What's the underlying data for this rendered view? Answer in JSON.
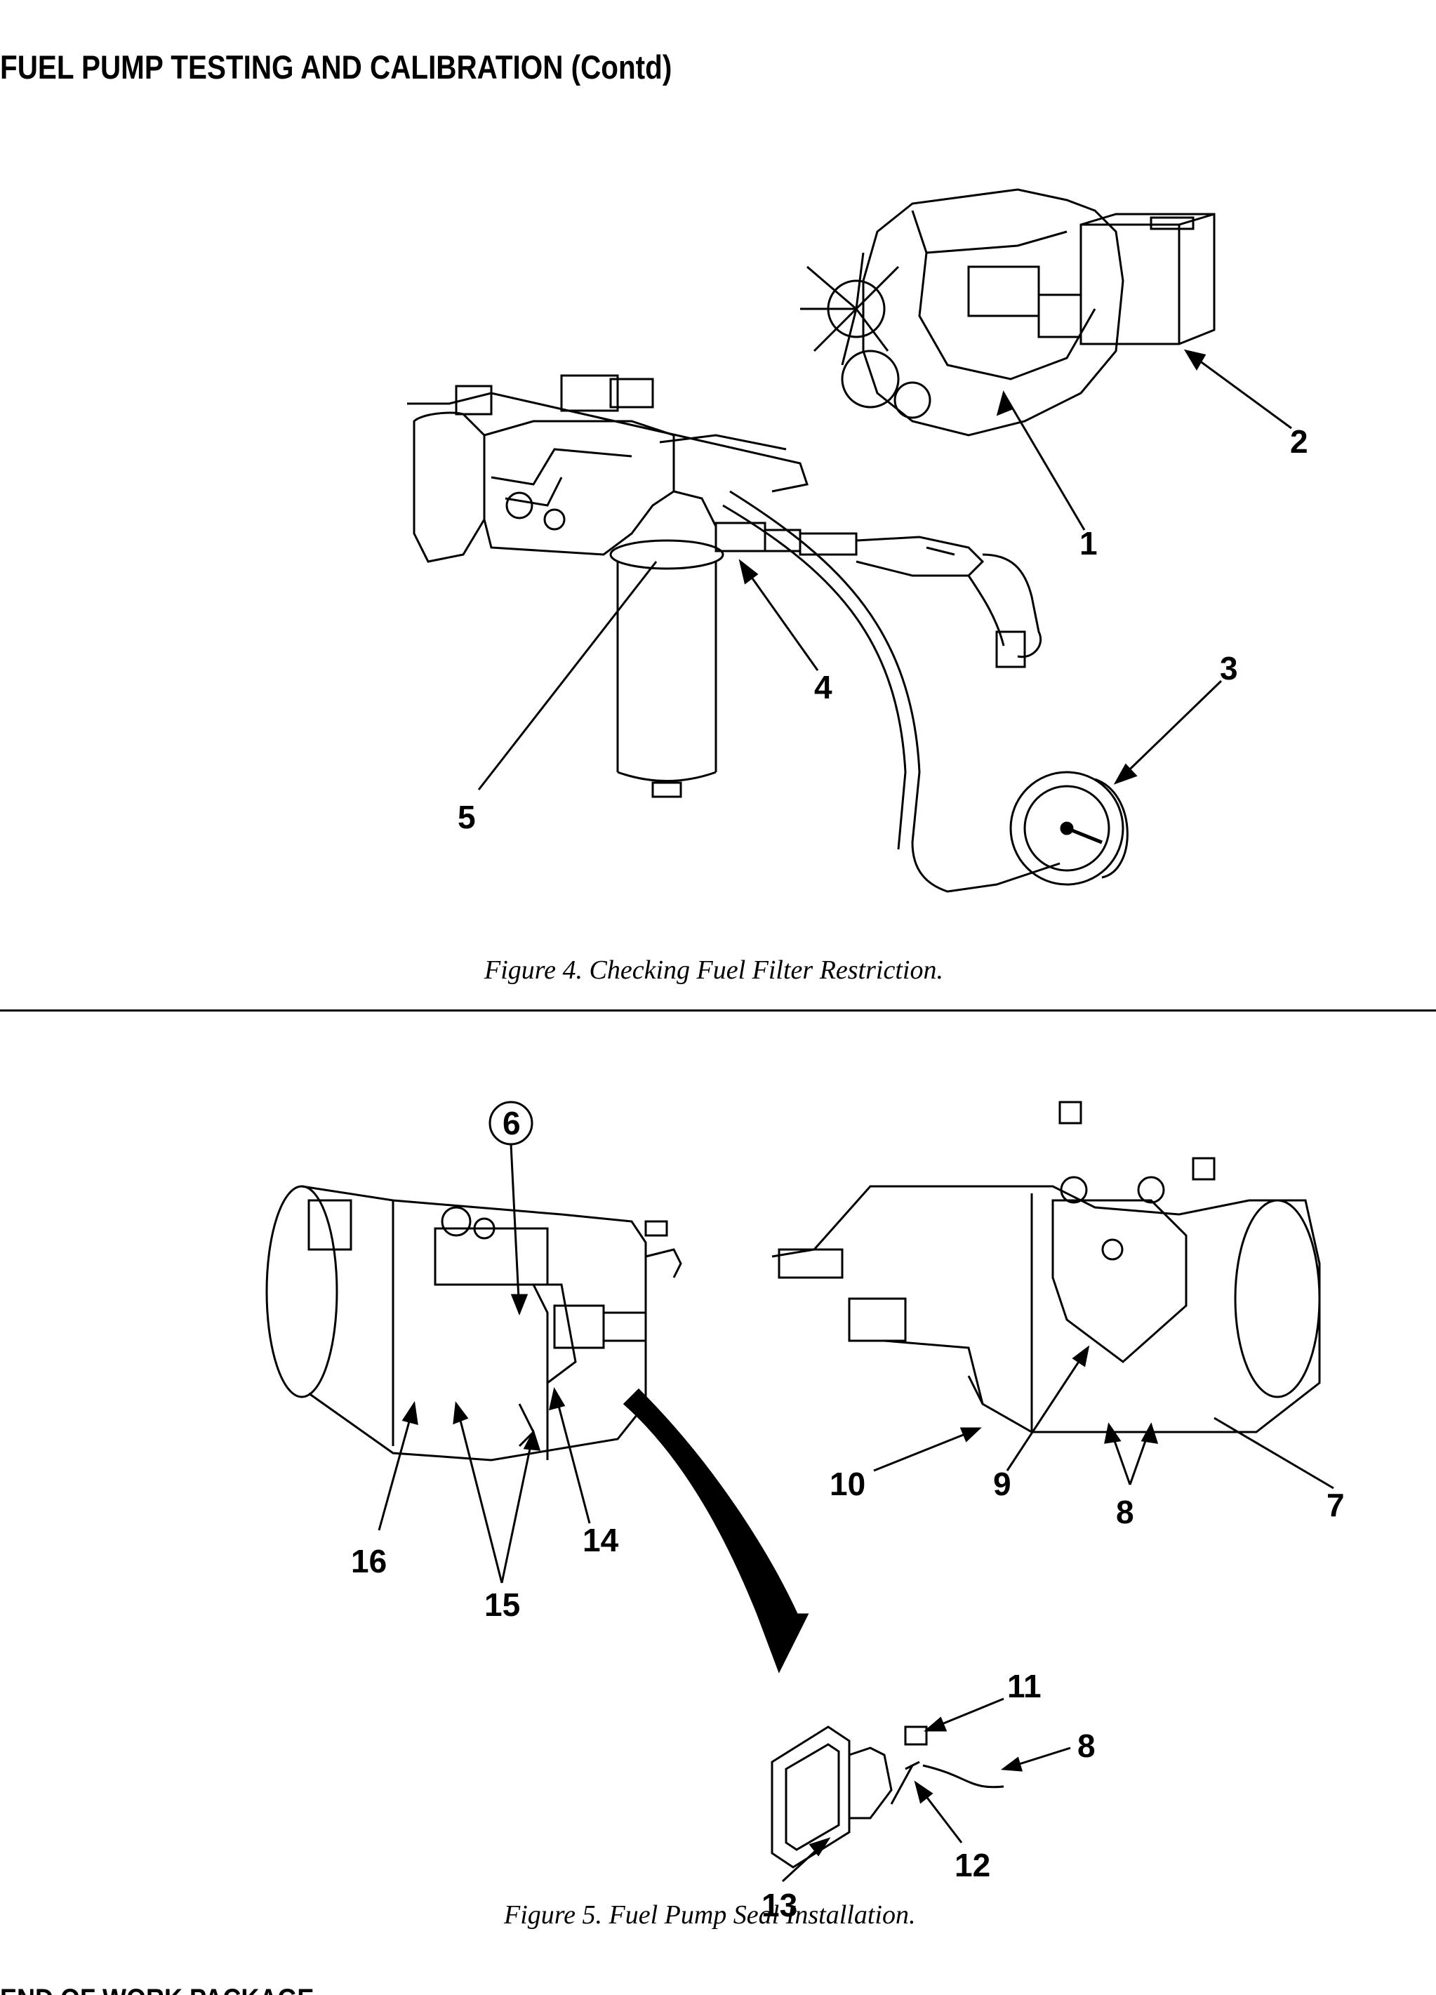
{
  "page": {
    "heading": "FUEL PUMP TESTING AND CALIBRATION (Contd)",
    "footer": "END OF WORK PACKAGE"
  },
  "figure4": {
    "caption": "Figure 4.  Checking Fuel Filter Restriction.",
    "callouts": [
      "1",
      "2",
      "3",
      "4",
      "5"
    ]
  },
  "figure5": {
    "caption": "Figure 5.  Fuel Pump Seal Installation.",
    "callouts": [
      "6",
      "7",
      "8",
      "9",
      "10",
      "11",
      "8",
      "12",
      "13",
      "14",
      "15",
      "16"
    ]
  }
}
